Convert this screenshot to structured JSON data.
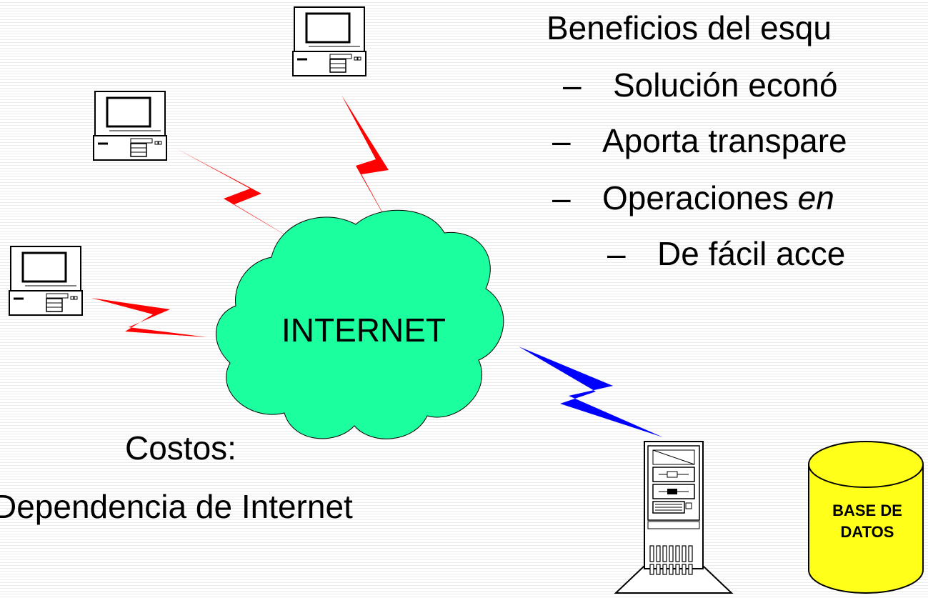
{
  "benefits": {
    "title": "Beneficios del esqu",
    "items": [
      {
        "dash": "–",
        "text": "Solución econó"
      },
      {
        "dash": "–",
        "text": "Aporta transpare"
      },
      {
        "dash": "–",
        "text": "Operaciones ",
        "italic": "en"
      },
      {
        "dash": "–",
        "text": "De fácil acce"
      }
    ]
  },
  "costs": {
    "title": "Costos:",
    "item": "Dependencia de Internet"
  },
  "internet": {
    "label": "INTERNET",
    "color": "#1cff9e"
  },
  "database": {
    "line1": "BASE DE",
    "line2": "DATOS",
    "color": "#ffff1a"
  },
  "links": {
    "client_color": "#ff0000",
    "server_color": "#0000ff"
  }
}
